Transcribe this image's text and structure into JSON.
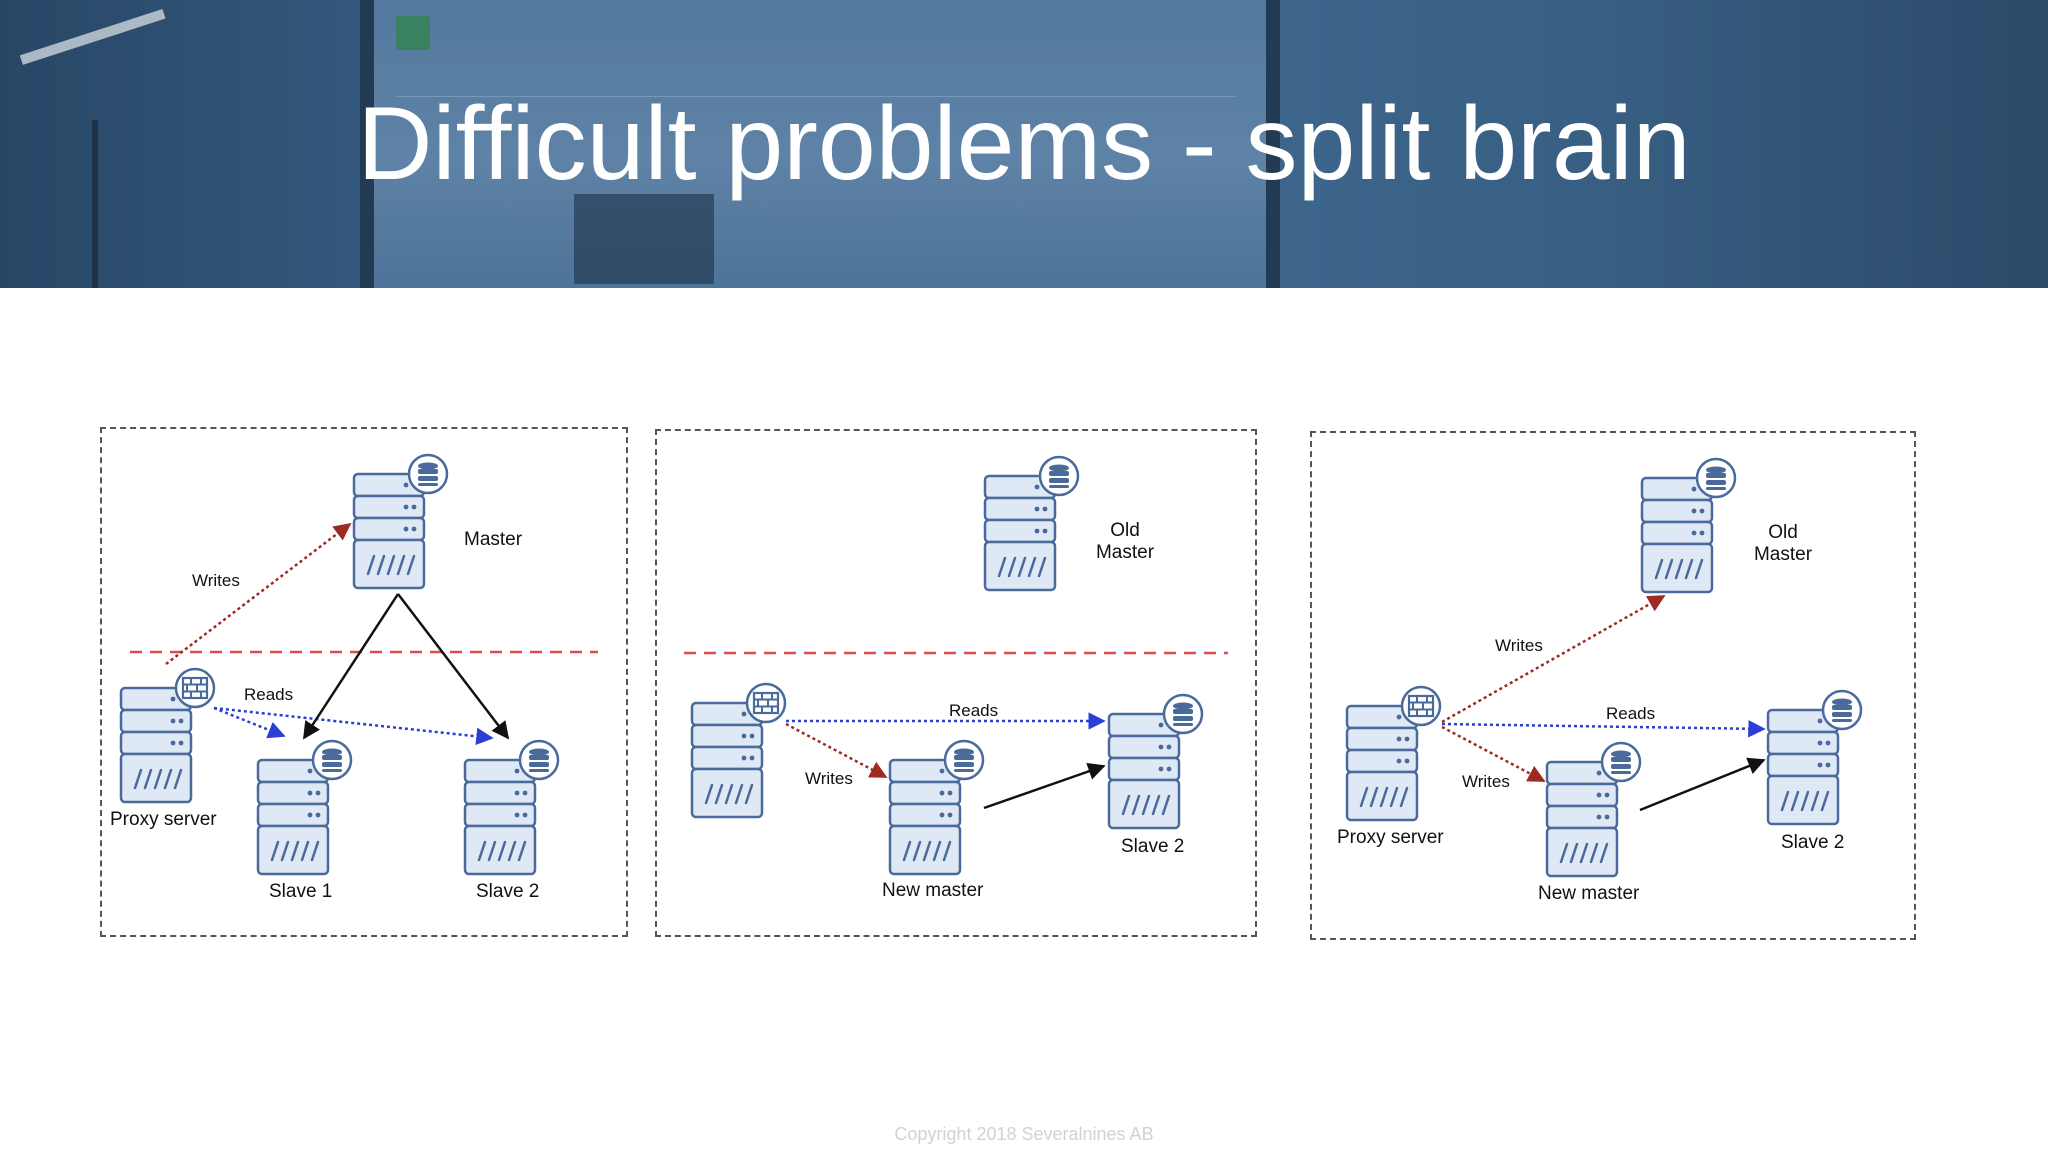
{
  "title": "Difficult problems - split brain",
  "panels": [
    {
      "labels": {
        "master": "Master",
        "proxy": "Proxy server",
        "slave1": "Slave 1",
        "slave2": "Slave 2",
        "writes": "Writes",
        "reads": "Reads"
      }
    },
    {
      "labels": {
        "old_master_line1": "Old",
        "old_master_line2": "Master",
        "new_master": "New master",
        "slave2": "Slave 2",
        "writes": "Writes",
        "reads": "Reads"
      }
    },
    {
      "labels": {
        "old_master_line1": "Old",
        "old_master_line2": "Master",
        "proxy": "Proxy server",
        "new_master": "New master",
        "slave2": "Slave 2",
        "writes": "Writes",
        "reads": "Reads"
      }
    }
  ],
  "colors": {
    "writes": "#9e2a22",
    "reads": "#2a3fd6",
    "replication": "#111111",
    "partition": "#e04a4a",
    "server_fill": "#dfe9f5",
    "server_stroke": "#4a6a9c"
  },
  "icons": [
    "database-icon",
    "firewall-icon"
  ],
  "copyright": "Copyright 2018 Severalnines AB"
}
